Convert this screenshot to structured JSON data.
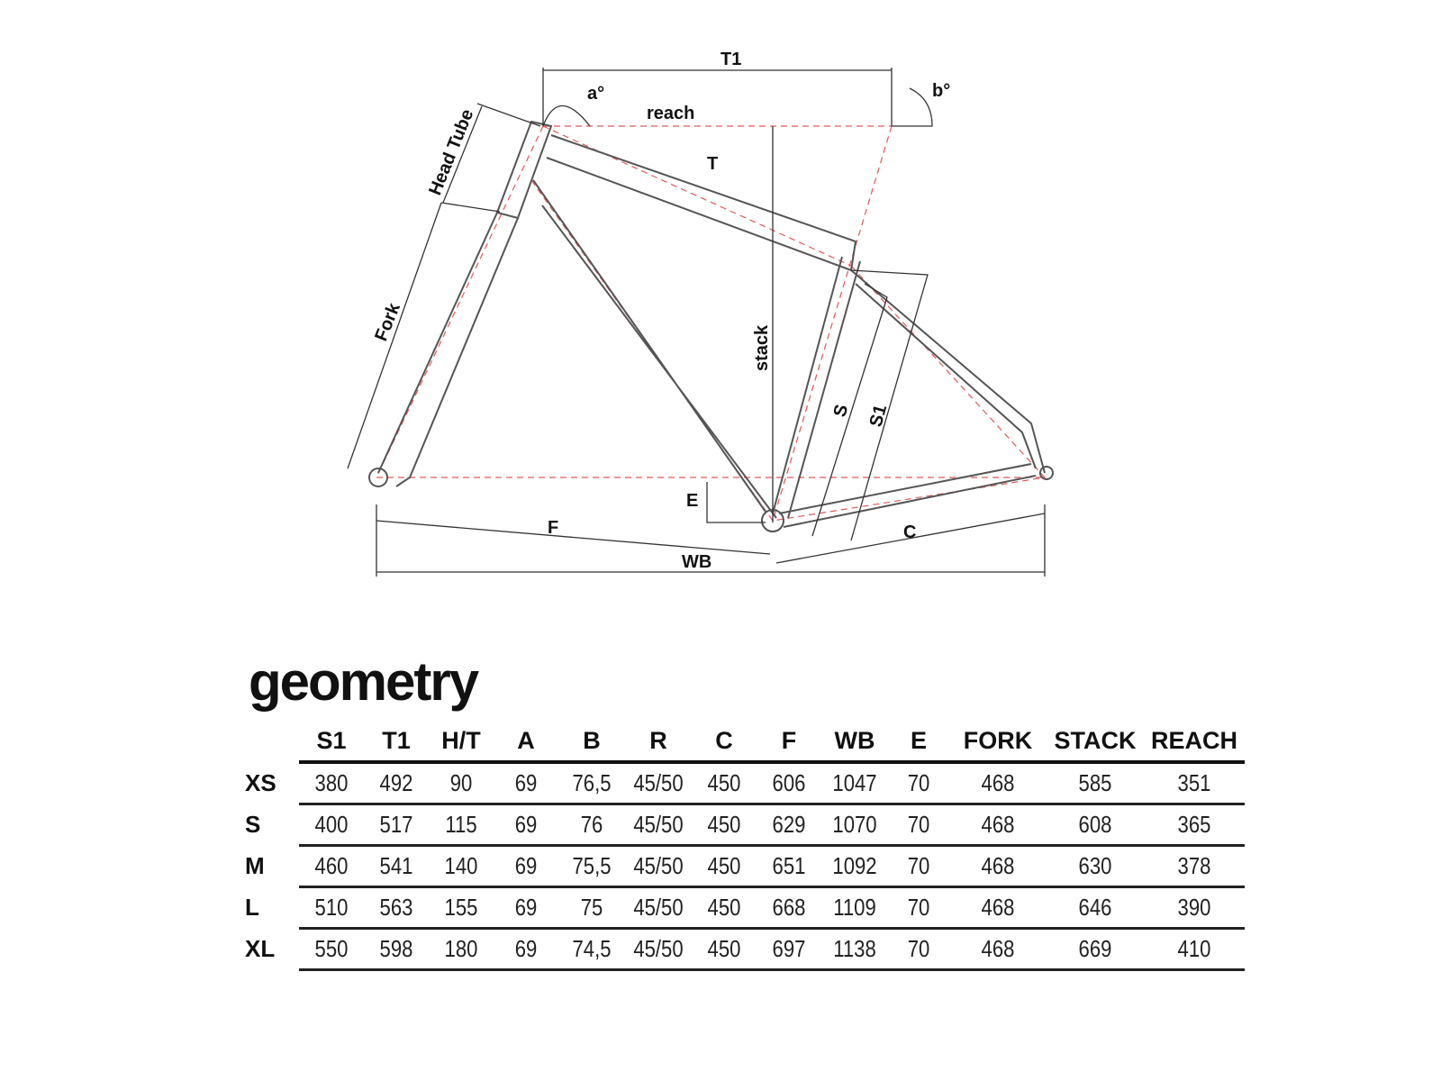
{
  "diagram": {
    "labels": {
      "t1": "T1",
      "a": "a°",
      "b": "b°",
      "reach": "reach",
      "t": "T",
      "head_tube": "Head Tube",
      "fork": "Fork",
      "stack": "stack",
      "s": "S",
      "s1": "S1",
      "e": "E",
      "f": "F",
      "wb": "WB",
      "c": "C"
    }
  },
  "title": "geometry",
  "table": {
    "headers": [
      "S1",
      "T1",
      "H/T",
      "A",
      "B",
      "R",
      "C",
      "F",
      "WB",
      "E",
      "FORK",
      "STACK",
      "REACH"
    ],
    "rows": [
      {
        "size": "XS",
        "values": [
          "380",
          "492",
          "90",
          "69",
          "76,5",
          "45/50",
          "450",
          "606",
          "1047",
          "70",
          "468",
          "585",
          "351"
        ]
      },
      {
        "size": "S",
        "values": [
          "400",
          "517",
          "115",
          "69",
          "76",
          "45/50",
          "450",
          "629",
          "1070",
          "70",
          "468",
          "608",
          "365"
        ]
      },
      {
        "size": "M",
        "values": [
          "460",
          "541",
          "140",
          "69",
          "75,5",
          "45/50",
          "450",
          "651",
          "1092",
          "70",
          "468",
          "630",
          "378"
        ]
      },
      {
        "size": "L",
        "values": [
          "510",
          "563",
          "155",
          "69",
          "75",
          "45/50",
          "450",
          "668",
          "1109",
          "70",
          "468",
          "646",
          "390"
        ]
      },
      {
        "size": "XL",
        "values": [
          "550",
          "598",
          "180",
          "69",
          "74,5",
          "45/50",
          "450",
          "697",
          "1138",
          "70",
          "468",
          "669",
          "410"
        ]
      }
    ]
  }
}
